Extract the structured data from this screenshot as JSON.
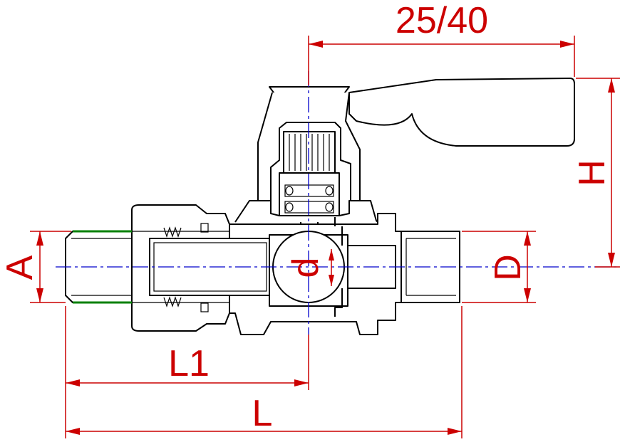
{
  "dimensions": {
    "handle_width": "25/40",
    "height": "H",
    "bore": "d",
    "outlet": "D",
    "inlet": "A",
    "half_length": "L1",
    "length": "L"
  },
  "colors": {
    "outline": "#000000",
    "dimension": "#cc0000",
    "centerline": "#0000cc",
    "thread_seal": "#008000"
  }
}
